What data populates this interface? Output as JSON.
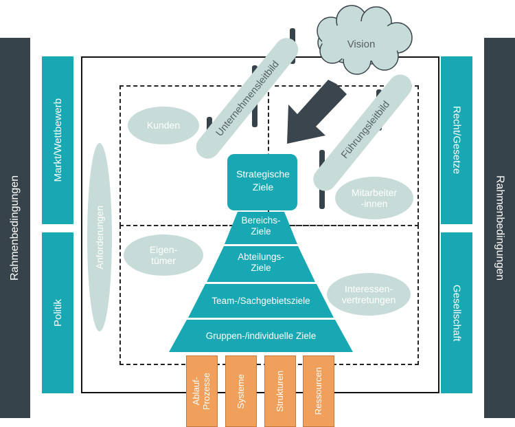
{
  "left_outer": "Rahmenbedingungen",
  "right_outer": "Rahmenbedingungen",
  "left_inner_top": "Markt/Wettbewerb",
  "left_inner_bottom": "Politik",
  "right_inner_top": "Recht/Gesetze",
  "right_inner_bottom": "Gesellschaft",
  "anforderungen": "Anforderungen",
  "vision": "Vision",
  "unternehmensleitbild": "Unternehmensleitbild",
  "fuehrungsleitbild": "Führungsleitbild",
  "kunden": "Kunden",
  "eigentuemer": "Eigen-\ntümer",
  "mitarbeiter": "Mitarbeiter\n-innen",
  "interessen": "Interessen-\nvertretungen",
  "strategische_ziele": "Strategische\nZiele",
  "pyramid": {
    "level1": "Bereichs-\nZiele",
    "level2": "Abteilungs-\nZiele",
    "level3": "Team-/Sachgebietsziele",
    "level4": "Gruppen-/individuelle Ziele"
  },
  "resources": [
    "Ablauf-\nProzesse",
    "Systeme",
    "Strukturen",
    "Ressourcen"
  ],
  "colors": {
    "teal": "#18a8b4",
    "dark": "#37434b",
    "pale": "#c7dcd9",
    "orange": "#f0a05a",
    "arrow": "#3a454d"
  }
}
